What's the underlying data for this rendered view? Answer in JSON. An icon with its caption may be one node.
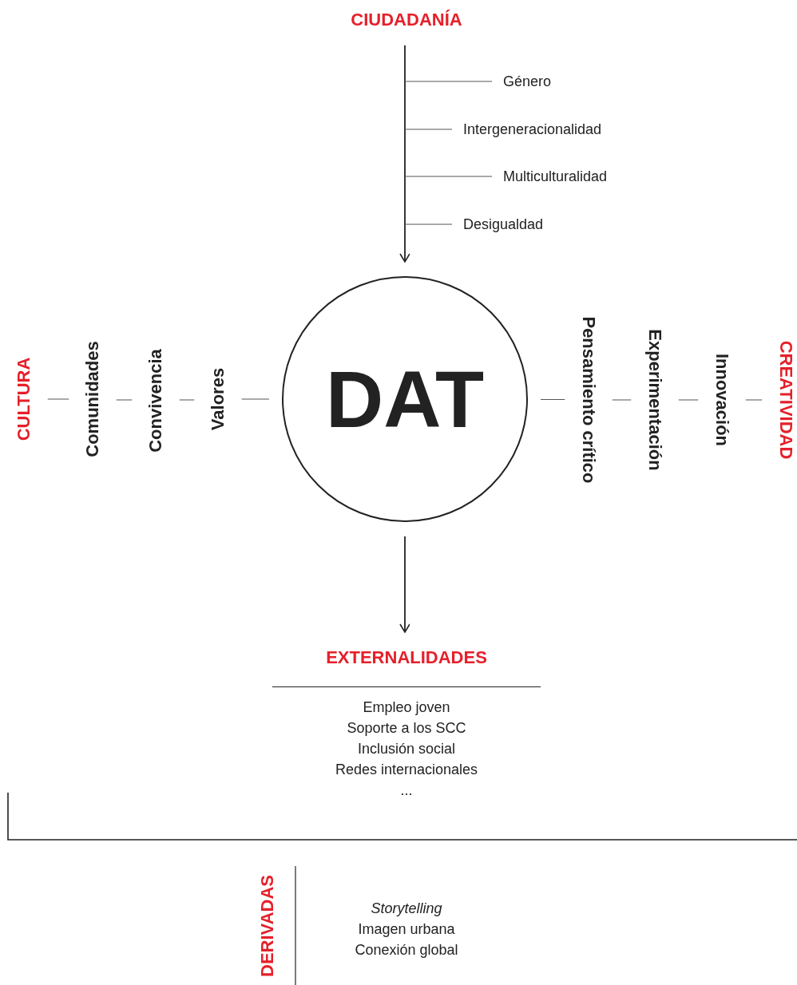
{
  "diagram": {
    "nodes": [
      {
        "text": [
          "CIUDADANÍA"
        ]
      },
      {
        "text": [
          "Género"
        ]
      },
      {
        "text": [
          "Intergeneracionalidad"
        ]
      },
      {
        "text": [
          "Multiculturalidad"
        ]
      },
      {
        "text": [
          "Desigualdad"
        ]
      },
      {
        "text": [
          "DAT"
        ]
      },
      {
        "text": [
          "CULTURA"
        ]
      },
      {
        "text": [
          "Comunidades"
        ]
      },
      {
        "text": [
          "Convivencia"
        ]
      },
      {
        "text": [
          "Valores"
        ]
      },
      {
        "text": [
          "Pensamiento crítico"
        ]
      },
      {
        "text": [
          "Experimentación"
        ]
      },
      {
        "text": [
          "Innovación"
        ]
      },
      {
        "text": [
          "CREATIVIDAD"
        ]
      },
      {
        "text": [
          "EXTERNALIDADES",
          "Empleo joven",
          "Soporte a los SCC",
          "Inclusión social",
          "Redes internacionales",
          "..."
        ]
      },
      {
        "text": [
          "DERIVADAS"
        ]
      },
      {
        "text": [
          "*Storytelling*",
          "Imagen urbana",
          "Conexión global"
        ]
      }
    ],
    "edges": [
      {
        "from": 0,
        "to": 5,
        "arrow": "to"
      },
      {
        "from": null,
        "to": 1,
        "arrow": "none"
      },
      {
        "from": null,
        "to": 2,
        "arrow": "none"
      },
      {
        "from": null,
        "to": 3,
        "arrow": "none"
      },
      {
        "from": null,
        "to": 4,
        "arrow": "none"
      },
      {
        "from": 6,
        "to": 7,
        "arrow": "none"
      },
      {
        "from": 7,
        "to": 8,
        "arrow": "none"
      },
      {
        "from": 8,
        "to": 9,
        "arrow": "none"
      },
      {
        "from": 9,
        "to": 5,
        "arrow": "none"
      },
      {
        "from": 5,
        "to": 10,
        "arrow": "none"
      },
      {
        "from": 10,
        "to": 11,
        "arrow": "none"
      },
      {
        "from": 11,
        "to": 12,
        "arrow": "none"
      },
      {
        "from": 12,
        "to": 13,
        "arrow": "none"
      },
      {
        "from": 5,
        "to": 14,
        "arrow": "to"
      }
    ]
  }
}
